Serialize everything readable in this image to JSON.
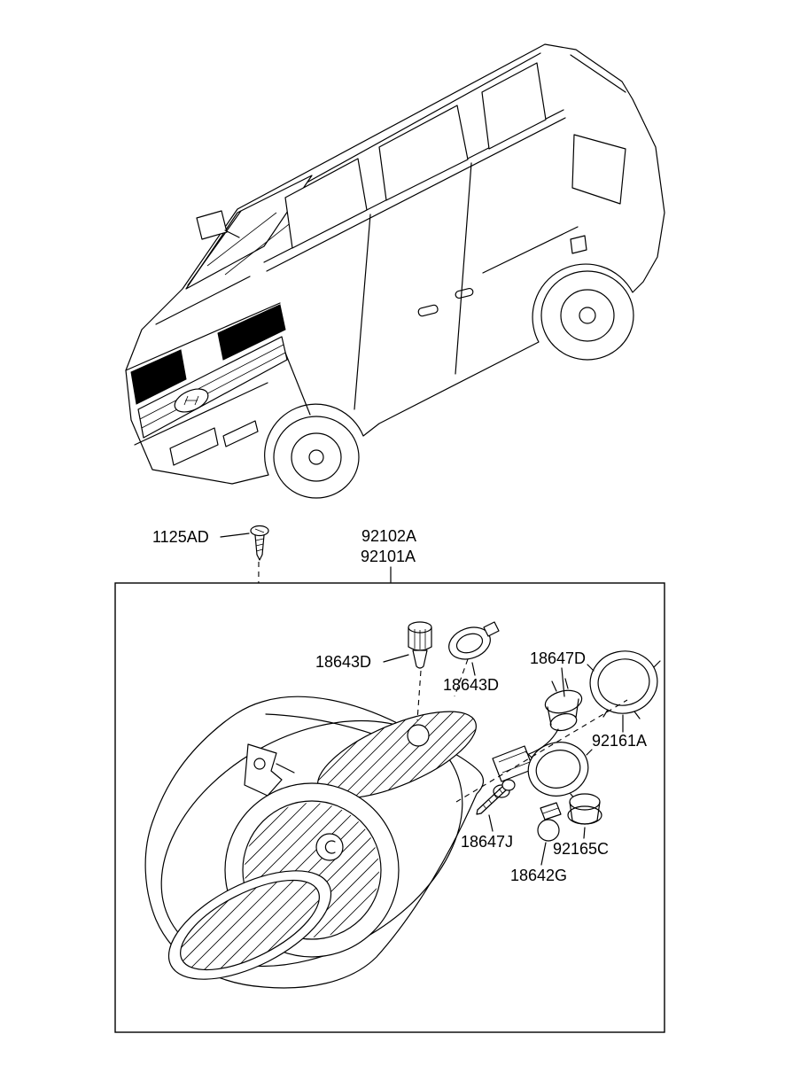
{
  "labels": {
    "mount_screw": "1125AD",
    "assembly_top": "92102A",
    "assembly_bottom": "92101A",
    "bulb_a": "18643D",
    "bulb_b": "18643D",
    "socket_holder": "18647D",
    "retainer_ring": "92161A",
    "adjusting_screw": "18647J",
    "socket": "92165C",
    "signal_bulb": "18642G"
  },
  "colors": {
    "line": "#000000",
    "background": "#ffffff",
    "headlamp_blackout": "#000000"
  }
}
